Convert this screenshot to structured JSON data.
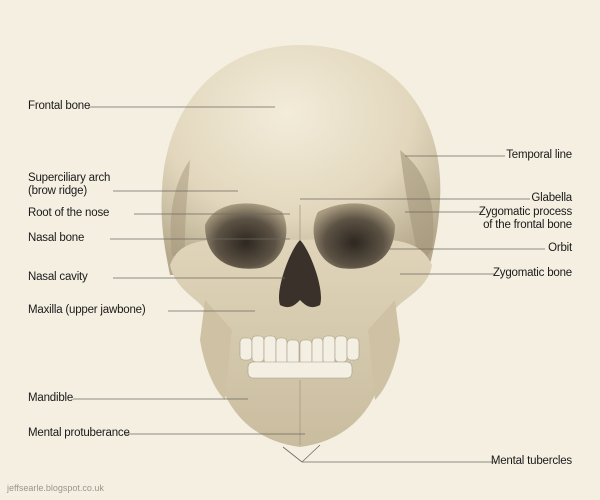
{
  "labels_left": [
    {
      "text": "Frontal bone"
    },
    {
      "text": "Superciliary arch",
      "text2": "(brow ridge)"
    },
    {
      "text": "Root of the nose"
    },
    {
      "text": "Nasal bone"
    },
    {
      "text": "Nasal cavity"
    },
    {
      "text": "Maxilla (upper jawbone)"
    },
    {
      "text": "Mandible"
    },
    {
      "text": "Mental protuberance"
    }
  ],
  "labels_right": [
    {
      "text": "Temporal line"
    },
    {
      "text": "Glabella"
    },
    {
      "text": "Zygomatic process",
      "text2": "of the frontal bone"
    },
    {
      "text": "Orbit"
    },
    {
      "text": "Zygomatic bone"
    },
    {
      "text": "Mental tubercles"
    }
  ],
  "credit": "jeffsearle.blogspot.co.uk",
  "colors": {
    "background": "#f5efe2",
    "bone": "#e6dcc4",
    "shadow": "#8c806a",
    "leader": "#6e6a60"
  }
}
